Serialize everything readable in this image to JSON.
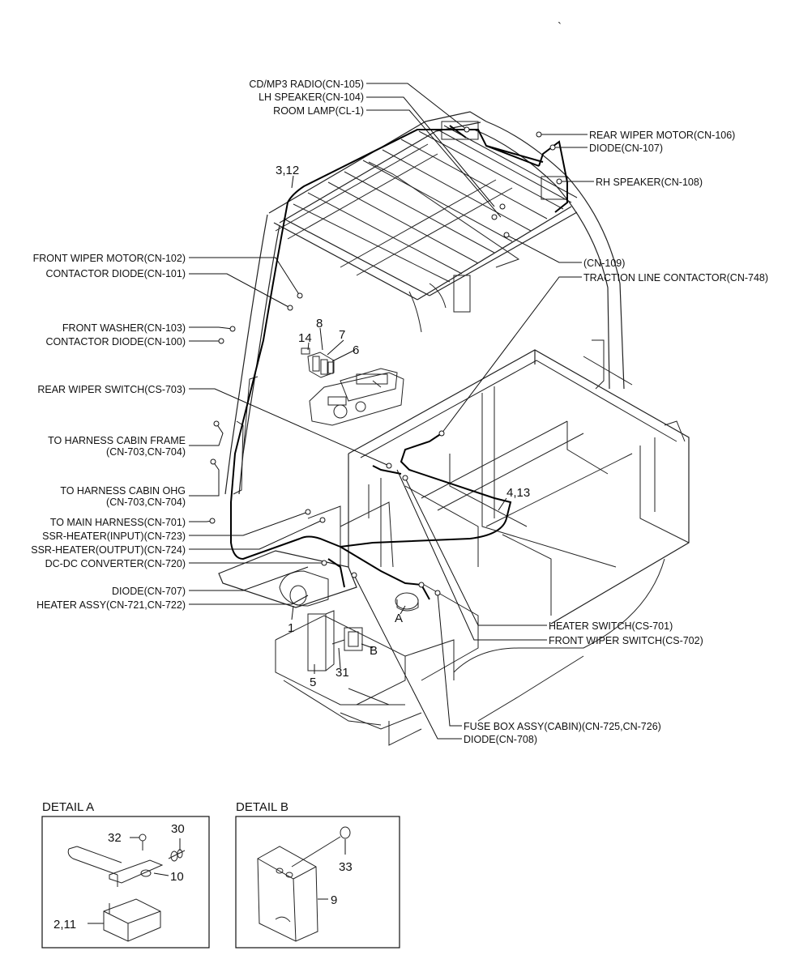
{
  "callouts": {
    "cd_mp3_radio": "CD/MP3 RADIO(CN-105)",
    "lh_speaker": "LH SPEAKER(CN-104)",
    "room_lamp": "ROOM LAMP(CL-1)",
    "rear_wiper_motor": "REAR WIPER MOTOR(CN-106)",
    "diode_107": "DIODE(CN-107)",
    "rh_speaker": "RH SPEAKER(CN-108)",
    "cn_109": "(CN-109)",
    "traction_line_contactor": "TRACTION LINE CONTACTOR(CN-748)",
    "front_wiper_motor": "FRONT WIPER MOTOR(CN-102)",
    "contactor_diode_101": "CONTACTOR DIODE(CN-101)",
    "front_washer": "FRONT WASHER(CN-103)",
    "contactor_diode_100": "CONTACTOR DIODE(CN-100)",
    "rear_wiper_switch": "REAR WIPER SWITCH(CS-703)",
    "to_harness_cabin_frame": "TO HARNESS CABIN FRAME",
    "to_harness_cabin_frame_cn": "(CN-703,CN-704)",
    "to_harness_cabin_ohg": "TO HARNESS CABIN OHG",
    "to_harness_cabin_ohg_cn": "(CN-703,CN-704)",
    "to_main_harness": "TO MAIN HARNESS(CN-701)",
    "ssr_heater_input": "SSR-HEATER(INPUT)(CN-723)",
    "ssr_heater_output": "SSR-HEATER(OUTPUT)(CN-724)",
    "dc_dc_converter": "DC-DC CONVERTER(CN-720)",
    "diode_707": "DIODE(CN-707)",
    "heater_assy": "HEATER ASSY(CN-721,CN-722)",
    "heater_switch": "HEATER SWITCH(CS-701)",
    "front_wiper_switch": "FRONT WIPER SWITCH(CS-702)",
    "fuse_box_assy": "FUSE BOX ASSY(CABIN)(CN-725,CN-726)",
    "diode_708": "DIODE(CN-708)"
  },
  "part_numbers": {
    "p3_12": "3,12",
    "p4_13": "4,13",
    "p14": "14",
    "p8": "8",
    "p7": "7",
    "p6": "6",
    "p1": "1",
    "p5": "5",
    "p31": "31",
    "pA": "A",
    "pB": "B"
  },
  "detail_a": {
    "title": "DETAIL A",
    "p32": "32",
    "p30": "30",
    "p10": "10",
    "p2_11": "2,11"
  },
  "detail_b": {
    "title": "DETAIL B",
    "p33": "33",
    "p9": "9"
  },
  "misc": {
    "tick": "`"
  }
}
